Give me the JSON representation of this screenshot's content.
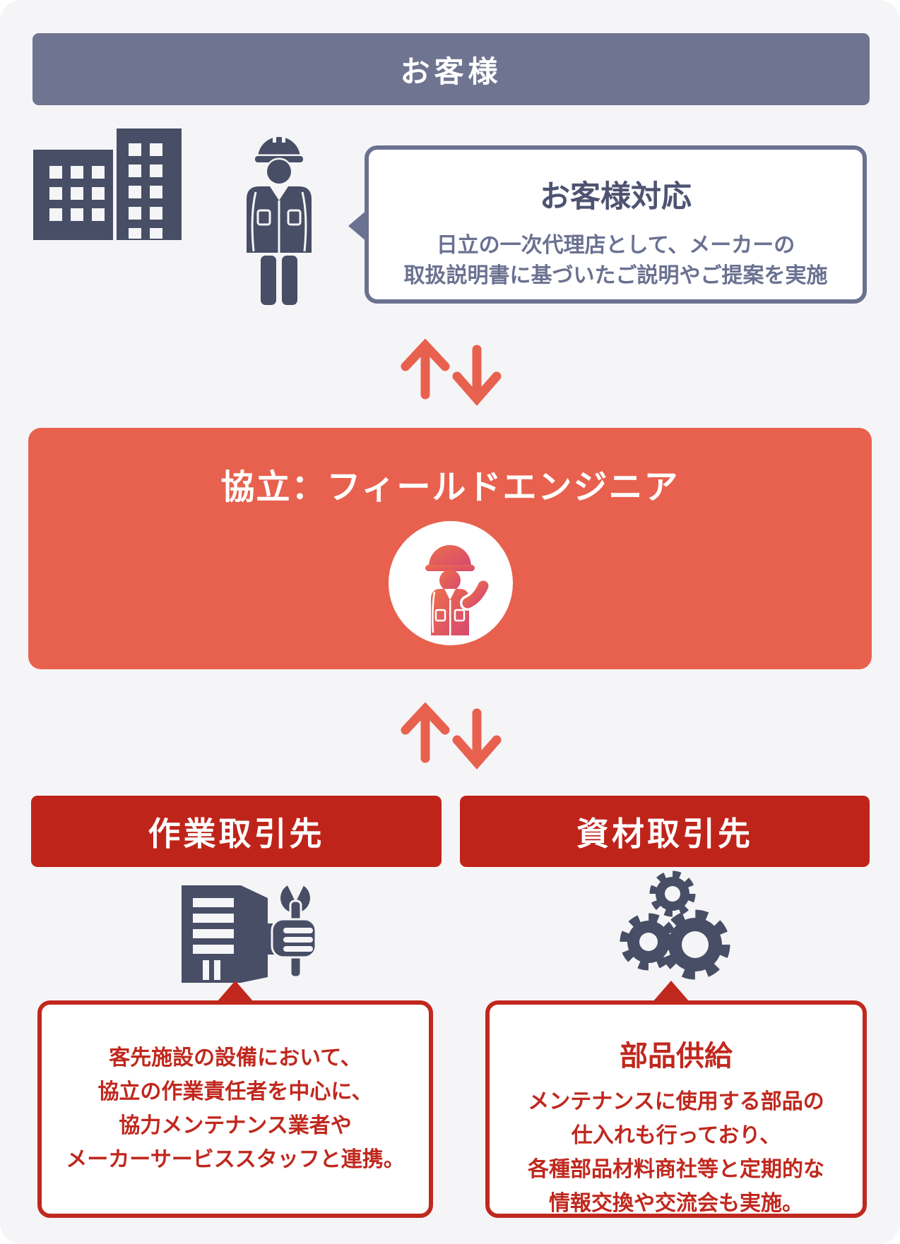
{
  "palette": {
    "card_bg": "#f5f5f7",
    "slate_header": "#6f7490",
    "slate_icon": "#474e66",
    "bubble_border": "#6b7190",
    "bubble_title_text": "#4d5371",
    "bubble_body_text": "#6b7191",
    "salmon": "#e8614e",
    "dark_red_header": "#bf241b",
    "red_accent": "#c0281e",
    "engineer_gradient_start": "#ed6f4a",
    "engineer_gradient_end": "#d6496f"
  },
  "customer": {
    "header_label": "お客様",
    "icon": "buildings-and-workers-icon",
    "bubble": {
      "title": "お客様対応",
      "lines": [
        "日立の一次代理店として、メーカーの",
        "取扱説明書に基づいたご説明やご提案を実施"
      ]
    }
  },
  "flow": {
    "arrow_icon": "up-down-arrows-icon"
  },
  "field_engineer": {
    "title": "協立：フィールドエンジニア",
    "icon": "field-engineer-icon"
  },
  "partners": [
    {
      "header_label": "作業取引先",
      "icon": "building-and-wrench-icon",
      "bubble": {
        "lines": [
          "客先施設の設備において、",
          "協立の作業責任者を中心に、",
          "協力メンテナンス業者や",
          "メーカーサービススタッフと連携。"
        ]
      }
    },
    {
      "header_label": "資材取引先",
      "icon": "gears-icon",
      "bubble": {
        "title": "部品供給",
        "lines": [
          "メンテナンスに使用する部品の",
          "仕入れも行っており、",
          "各種部品材料商社等と定期的な",
          "情報交換や交流会も実施。"
        ]
      }
    }
  ]
}
